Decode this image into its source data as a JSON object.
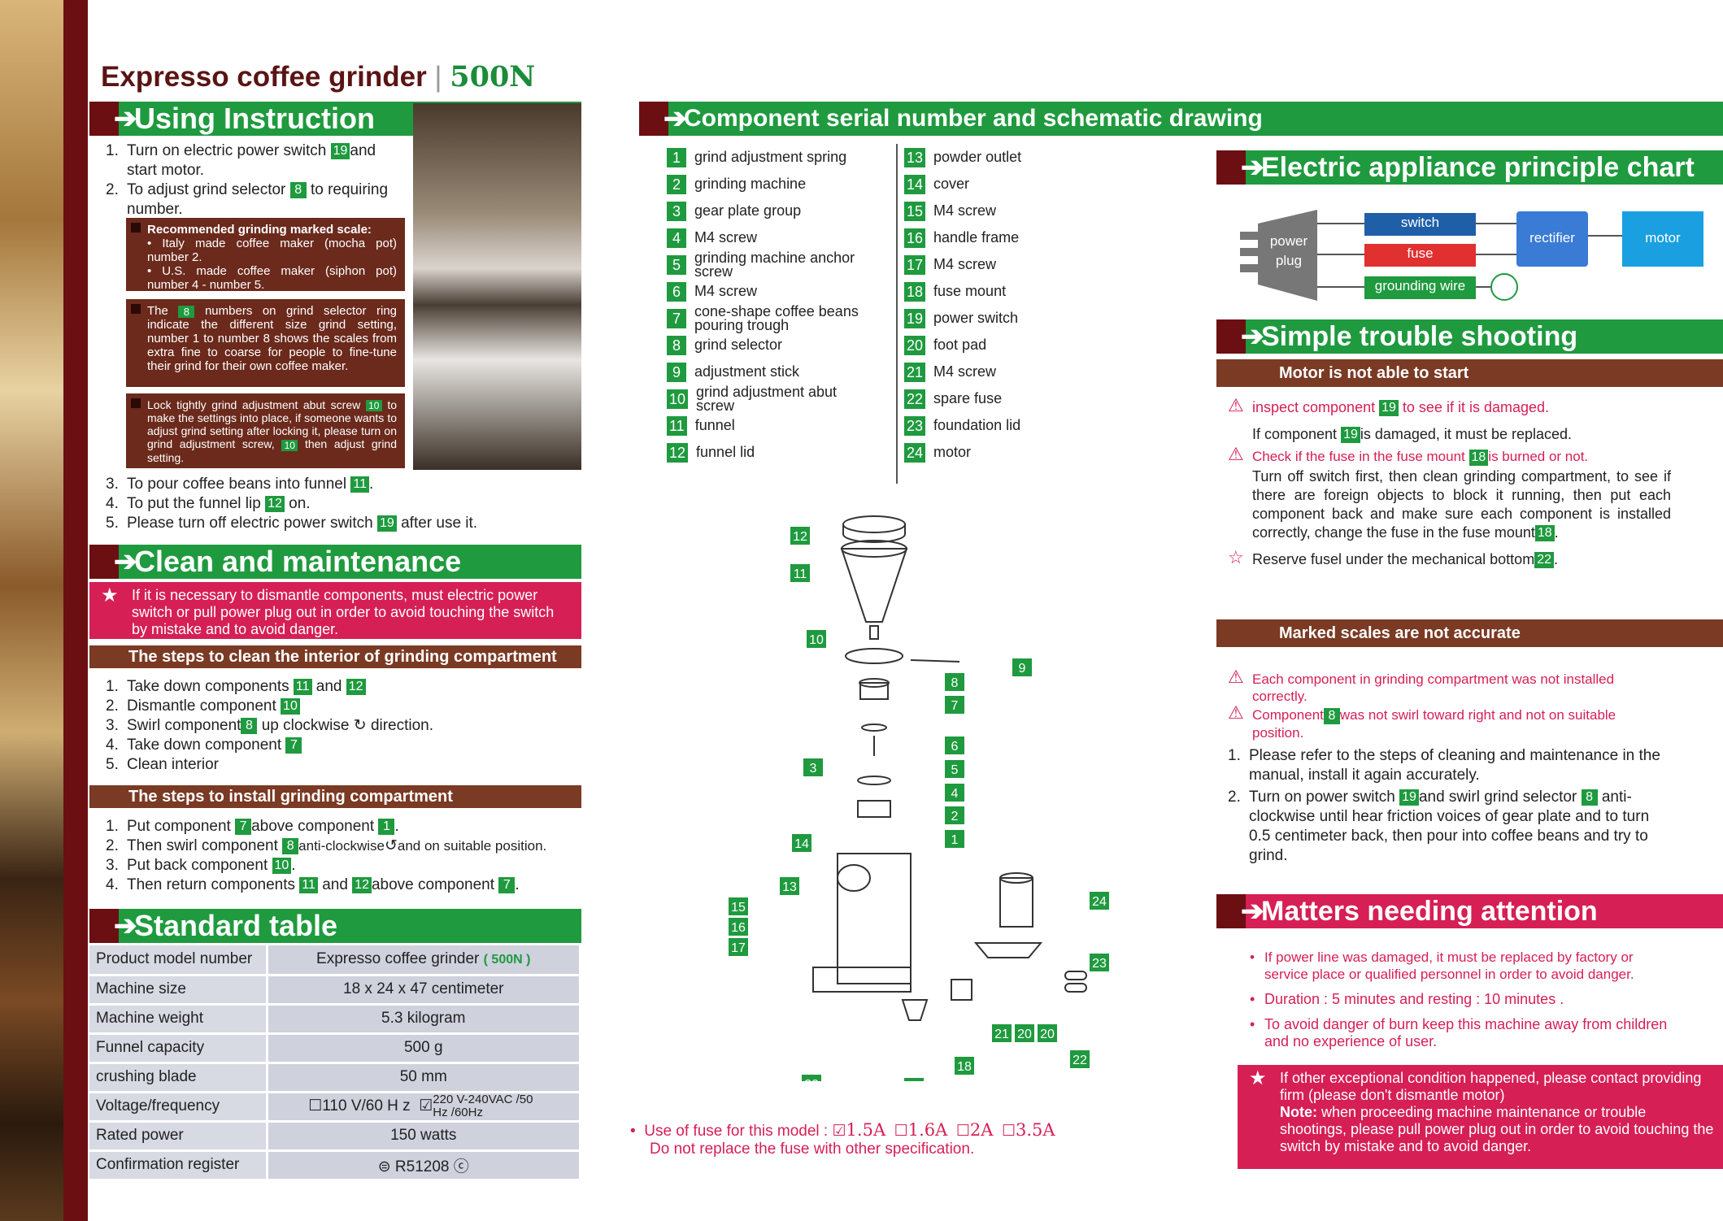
{
  "brand": {
    "title": "Expresso coffee grinder",
    "model": "500N"
  },
  "using": {
    "title": "Using Instruction",
    "s1a": "Turn on electric power switch",
    "s1n": "19",
    "s1b": "and start motor.",
    "s2a": "To adjust grind selector",
    "s2n": "8",
    "s2b": "to requiring number.",
    "rec_title": "Recommended grinding marked scale:",
    "rec1": "• Italy made coffee maker (mocha pot) number 2.",
    "rec2": "• U.S. made coffee maker (siphon pot) number 4 - number 5.",
    "box2a": "The",
    "box2n": "8",
    "box2b": "numbers on grind selector ring indicate the different size grind setting, number 1 to number 8 shows the scales from extra fine to coarse for people to fine-tune their grind for their own coffee maker.",
    "box3a": "Lock tightly grind adjustment abut screw",
    "box3n": "10",
    "box3b": "to make the settings into place, if someone wants to adjust grind setting after locking it, please turn on grind adjustment screw,",
    "box3n2": "10",
    "box3c": "then adjust grind setting.",
    "s3a": "To pour coffee beans into funnel",
    "s3n": "11",
    "s3b": ".",
    "s4a": "To put the funnel lip",
    "s4n": "12",
    "s4b": "on.",
    "s5a": "Please turn off electric power switch",
    "s5n": "19",
    "s5b": "after use it."
  },
  "clean": {
    "title": "Clean and maintenance",
    "warn": "If it is necessary to dismantle components, must electric power switch or pull power plug out in order to avoid touching the switch by mistake and to avoid danger.",
    "sub1": "The steps to clean the interior of grinding compartment",
    "c1a": "Take down components",
    "c1n": "11",
    "c1b": "and",
    "c1n2": "12",
    "c2a": "Dismantle component",
    "c2n": "10",
    "c3a": "Swirl component",
    "c3n": "8",
    "c3b": "up  clockwise",
    "c3c": "direction.",
    "c4a": "Take down component",
    "c4n": "7",
    "c5": "Clean interior",
    "sub2": "The steps to install grinding compartment",
    "i1a": "Put component",
    "i1n": "7",
    "i1b": "above component",
    "i1n2": "1",
    "i1c": ".",
    "i2a": "Then swirl component",
    "i2n": "8",
    "i2b": "anti-clockwise",
    "i2c": "and on suitable position.",
    "i3a": "Put back component",
    "i3n": "10",
    "i3b": ".",
    "i4a": "Then return components",
    "i4n": "11",
    "i4b": "and",
    "i4n2": "12",
    "i4c": "above component",
    "i4n3": "7",
    "i4d": "."
  },
  "standard": {
    "title": "Standard table",
    "rows": [
      {
        "k": "Product model number",
        "v": "Expresso coffee grinder",
        "v2": "( 500N )"
      },
      {
        "k": "Machine size",
        "v": "18 x 24 x 47 centimeter"
      },
      {
        "k": "Machine weight",
        "v": "5.3 kilogram"
      },
      {
        "k": "Funnel capacity",
        "v": "500 g"
      },
      {
        "k": "crushing   blade",
        "v": "50 mm"
      },
      {
        "k": "Voltage/frequency",
        "v": "110 V/60 H z",
        "v2": "220 V-240VAC /50 Hz /60Hz"
      },
      {
        "k": "Rated power",
        "v": "150 watts"
      },
      {
        "k": "Confirmation register",
        "v": "R51208"
      }
    ]
  },
  "components": {
    "title": "Component serial number and schematic drawing",
    "left": [
      [
        "1",
        "grind adjustment spring"
      ],
      [
        "2",
        "grinding machine"
      ],
      [
        "3",
        "gear plate group"
      ],
      [
        "4",
        "M4 screw"
      ],
      [
        "5",
        "grinding machine anchor screw"
      ],
      [
        "6",
        "M4 screw"
      ],
      [
        "7",
        "cone-shape coffee beans pouring trough"
      ],
      [
        "8",
        "grind selector"
      ],
      [
        "9",
        "adjustment stick"
      ],
      [
        "10",
        "grind adjustment abut screw"
      ],
      [
        "11",
        "funnel"
      ],
      [
        "12",
        "funnel lid"
      ]
    ],
    "right": [
      [
        "13",
        "powder outlet"
      ],
      [
        "14",
        "cover"
      ],
      [
        "15",
        "M4 screw"
      ],
      [
        "16",
        "handle frame"
      ],
      [
        "17",
        "M4 screw"
      ],
      [
        "18",
        "fuse mount"
      ],
      [
        "19",
        "power switch"
      ],
      [
        "20",
        "foot pad"
      ],
      [
        "21",
        "M4 screw"
      ],
      [
        "22",
        "spare fuse"
      ],
      [
        "23",
        "foundation lid"
      ],
      [
        "24",
        "motor"
      ]
    ]
  },
  "fuse": {
    "line1": "Use of fuse for this model :",
    "o1": "1.5A",
    "o2": "1.6A",
    "o3": "2A",
    "o4": "3.5A",
    "line2": "Do not replace the fuse with other specification."
  },
  "electric": {
    "title": "Electric appliance principle chart",
    "plug": "power plug",
    "switch": "switch",
    "fuse": "fuse",
    "ground": "grounding wire",
    "rectifier": "rectifier",
    "motor": "motor"
  },
  "trouble": {
    "title": "Simple trouble shooting",
    "sub1": "Motor is not able to start",
    "t1a": "inspect component",
    "t1n": "19",
    "t1b": "to see if it is damaged.",
    "t2a": "If component",
    "t2n": "19",
    "t2b": "is damaged, it must be replaced.",
    "t3a": "Check if the fuse in the fuse mount",
    "t3n": "18",
    "t3b": "is burned or not.",
    "t4": "Turn off switch first, then clean grinding compartment, to see if there are foreign objects to block it running, then put each component back and make sure each component is installed correctly, change the fuse in the fuse mount",
    "t4n": "18",
    "t5a": "Reserve fusel under the mechanical bottom",
    "t5n": "22",
    "sub2": "Marked scales are not accurate",
    "m1": "Each component in grinding compartment was not installed correctly.",
    "m2a": "Component",
    "m2n": "8",
    "m2b": "was not swirl toward right and not on suitable position.",
    "m3": "Please refer to the steps of cleaning and maintenance in the manual, install it again accurately.",
    "m4a": "Turn on power switch",
    "m4n": "19",
    "m4b": "and swirl grind selector",
    "m4n2": "8",
    "m4c": "anti-clockwise until hear friction voices of gear plate and to turn 0.5 centimeter back, then pour into coffee beans and try to grind."
  },
  "attention": {
    "title": "Matters needing attention",
    "a1": "If power line was damaged, it must be replaced by factory or service place or qualified personnel in order to avoid danger.",
    "a2": "Duration : 5 minutes and resting : 10 minutes .",
    "a3": "To avoid danger of burn keep this machine away from children and no experience of user.",
    "b1": "If other exceptional condition happened, please contact providing firm (please don't dismantle motor)",
    "b2l": "Note:",
    "b2": "when proceeding machine maintenance or trouble shootings, please pull power plug out in order to avoid touching the switch by mistake and to avoid danger."
  },
  "colors": {
    "green": "#1f9a3f",
    "maroon": "#6b0f12",
    "brown": "#7a3a24",
    "pink": "#d61f55",
    "blue": "#1e5fa8",
    "red": "#e03030",
    "cyan": "#1aa0e0",
    "gray": "#777777"
  }
}
